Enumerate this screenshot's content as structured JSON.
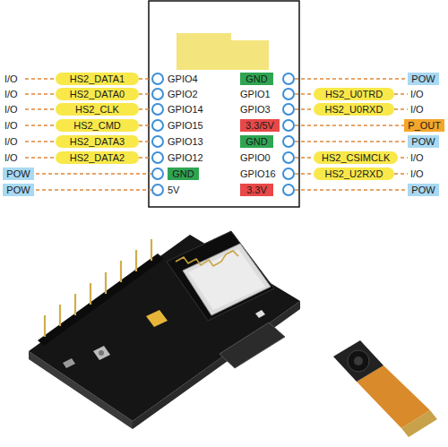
{
  "diagram": {
    "nodes": [
      {
        "text": [
          "HS2_DATA1"
        ]
      },
      {
        "text": [
          "GND"
        ]
      },
      {
        "text": [
          "POW"
        ]
      },
      {
        "text": [
          "HS2_DATA0"
        ]
      },
      {
        "text": [
          "HS2_U0TRD"
        ]
      },
      {
        "text": [
          "HS2_CLK"
        ]
      },
      {
        "text": [
          "HS2_U0RXD"
        ]
      },
      {
        "text": [
          "HS2_CMD"
        ]
      },
      {
        "text": [
          "3.3/5V"
        ]
      },
      {
        "text": [
          "P_OUT"
        ]
      },
      {
        "text": [
          "HS2_DATA3"
        ]
      },
      {
        "text": [
          "GND"
        ]
      },
      {
        "text": [
          "POW"
        ]
      },
      {
        "text": [
          "HS2_DATA2"
        ]
      },
      {
        "text": [
          "HS2_CSIMCLK"
        ]
      },
      {
        "text": [
          "POW"
        ]
      },
      {
        "text": [
          "GND"
        ]
      },
      {
        "text": [
          "HS2_U2RXD"
        ]
      },
      {
        "text": [
          "POW"
        ]
      },
      {
        "text": [
          "3.3V"
        ]
      },
      {
        "text": [
          "POW"
        ]
      }
    ],
    "labels": [
      "I/O",
      "GPIO4",
      "I/O",
      "GPIO2",
      "GPIO1",
      "I/O",
      "I/O",
      "GPIO14",
      "GPIO3",
      "I/O",
      "I/O",
      "GPIO15",
      "I/O",
      "GPIO13",
      "I/O",
      "GPIO12",
      "GPIO0",
      "I/O",
      "GPIO16",
      "I/O",
      "5V"
    ]
  }
}
